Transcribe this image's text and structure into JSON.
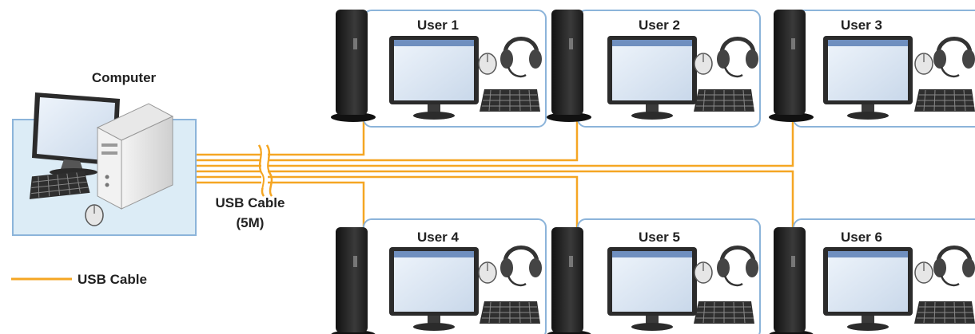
{
  "computer": {
    "label": "Computer"
  },
  "cable_label": {
    "line1": "USB Cable",
    "line2": "(5M)"
  },
  "legend": {
    "label": "USB Cable"
  },
  "users": [
    {
      "label": "User 1"
    },
    {
      "label": "User 2"
    },
    {
      "label": "User 3"
    },
    {
      "label": "User 4"
    },
    {
      "label": "User 5"
    },
    {
      "label": "User 6"
    }
  ],
  "colors": {
    "cable": "#f5a623",
    "box_border": "#8cb4da",
    "computer_bg": "#dcecf6",
    "dock": "#2a2a2a"
  }
}
